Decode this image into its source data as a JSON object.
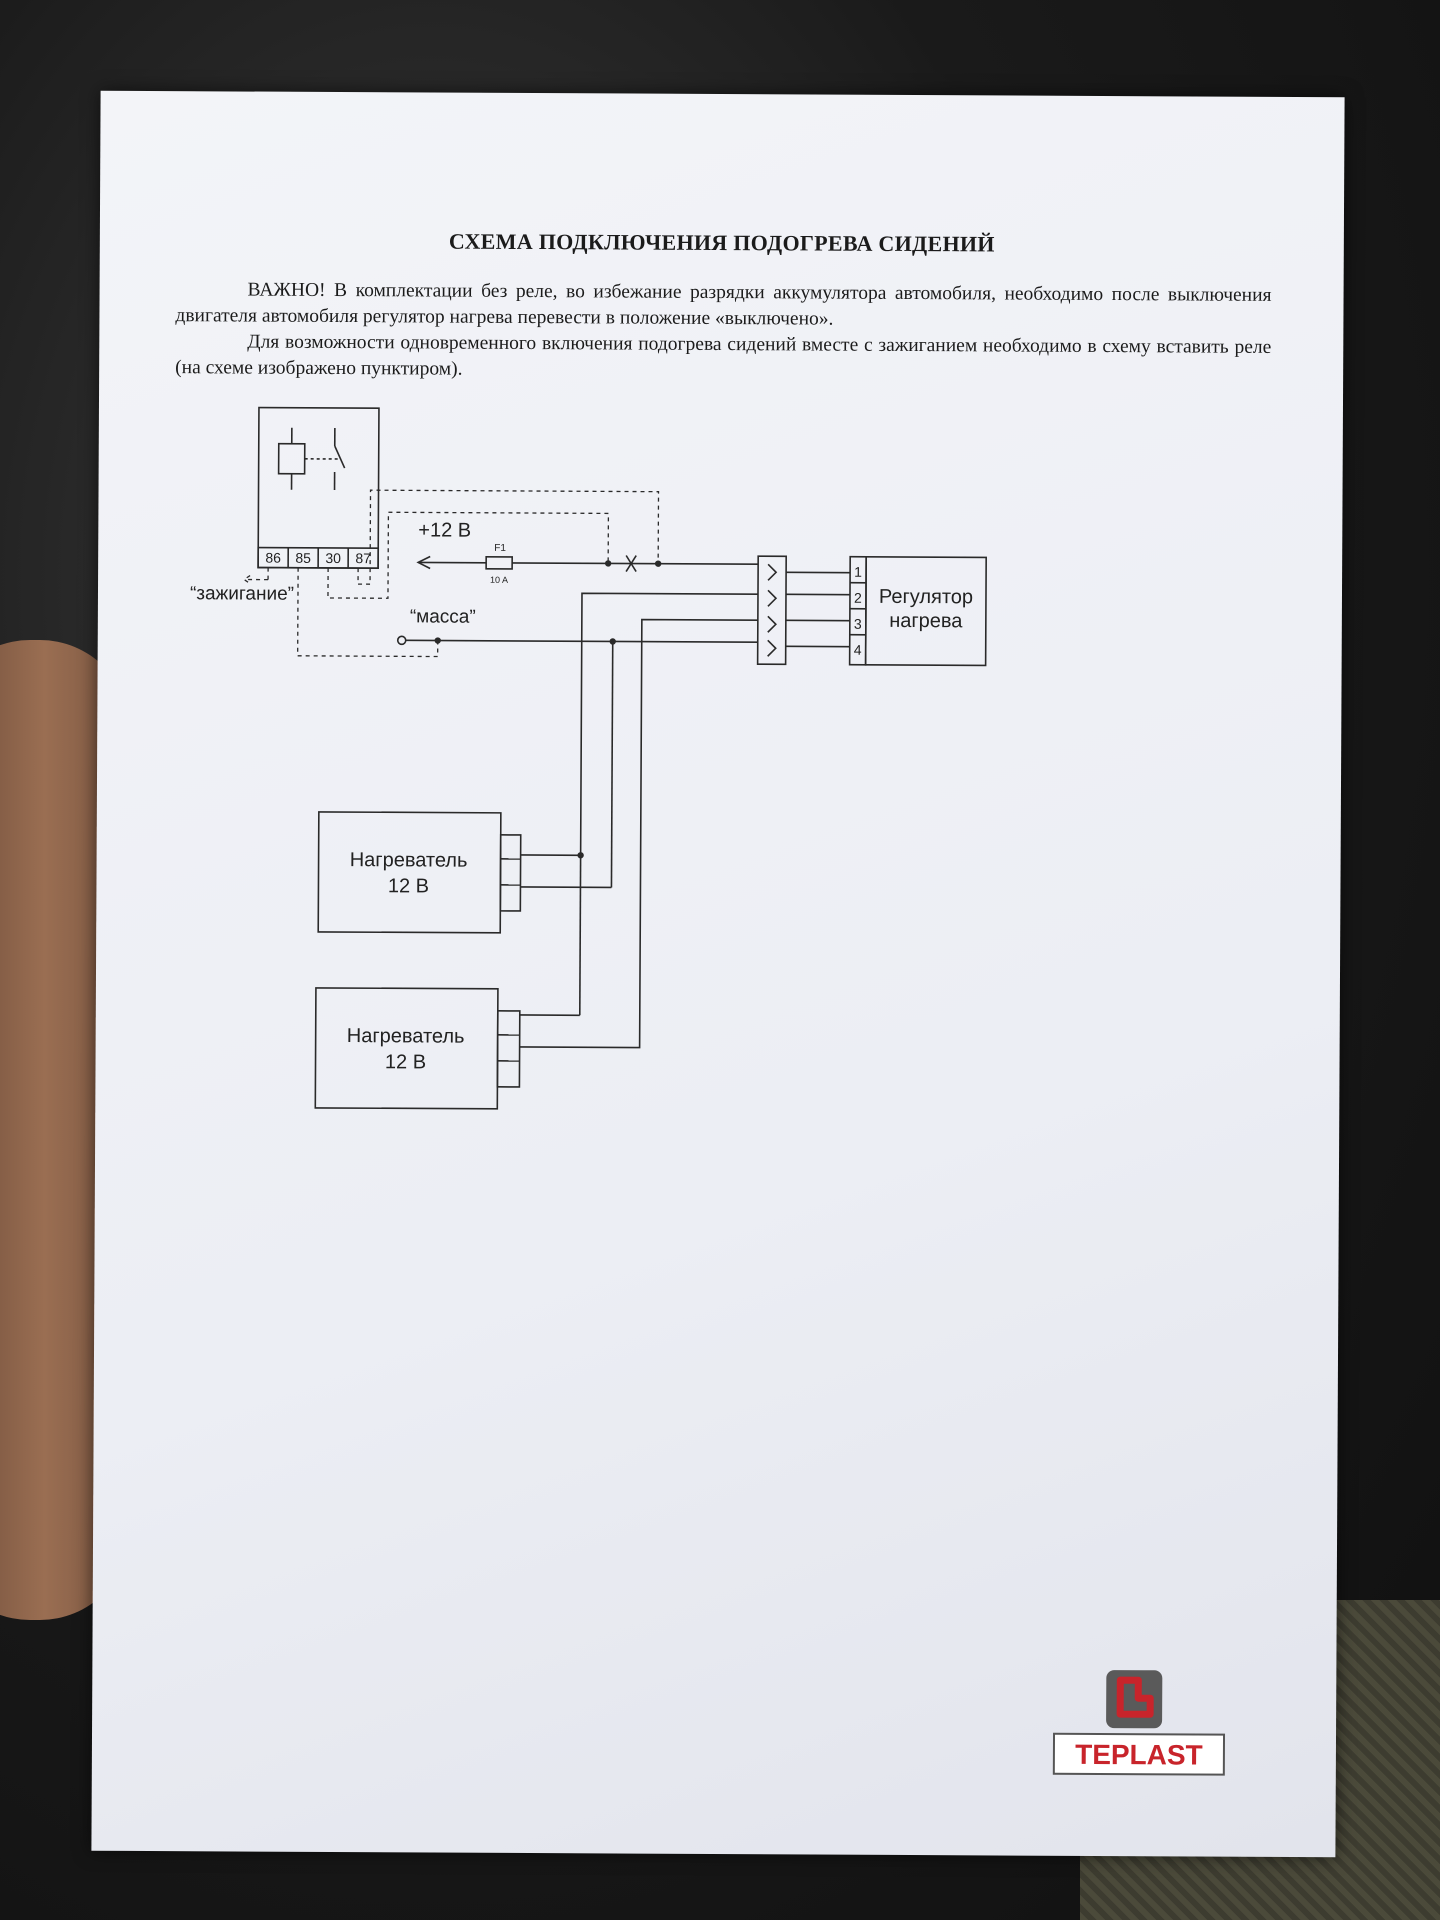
{
  "document": {
    "title": "СХЕМА ПОДКЛЮЧЕНИЯ ПОДОГРЕВА СИДЕНИЙ",
    "paragraph1": "ВАЖНО! В комплектации без реле, во избежание разрядки аккумулятора автомобиля,  необходимо после выключения двигателя автомобиля регулятор нагрева перевести в положение «выключено».",
    "paragraph2": "Для возможности одновременного включения подогрева сидений вместе с зажиганием необходимо в схему вставить реле (на схеме изображено пунктиром)."
  },
  "diagram": {
    "relay_pins": [
      "86",
      "85",
      "30",
      "87"
    ],
    "plus_label": "+12 В",
    "fuse_label": "F1",
    "fuse_rating": "10 A",
    "ignition_label": "“зажигание”",
    "ground_label": "“масса”",
    "regulator_pins": [
      "1",
      "2",
      "3",
      "4"
    ],
    "regulator_line1": "Регулятор",
    "regulator_line2": "нагрева",
    "heater1_line1": "Нагреватель",
    "heater1_line2": "12 В",
    "heater2_line1": "Нагреватель",
    "heater2_line2": "12 В"
  },
  "logo": {
    "text": "TEPLAST",
    "brand_color": "#c8242b"
  }
}
